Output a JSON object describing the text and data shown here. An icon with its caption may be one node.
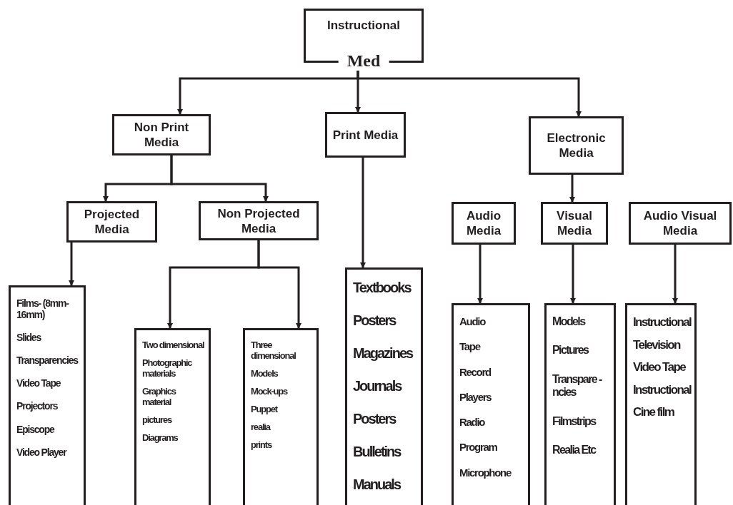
{
  "diagram": {
    "nodes": [
      {
        "text": [
          "Instructional",
          "Med"
        ]
      },
      {
        "text": [
          "Non Print Media"
        ]
      },
      {
        "text": [
          "Print Media"
        ]
      },
      {
        "text": [
          "Electronic Media"
        ]
      },
      {
        "text": [
          "Projected Media"
        ]
      },
      {
        "text": [
          "Non Projected Media"
        ]
      },
      {
        "text": [
          "Audio Media"
        ]
      },
      {
        "text": [
          "Visual Media"
        ]
      },
      {
        "text": [
          "Audio Visual Media"
        ]
      },
      {
        "text": [
          "Films- (8mm-16mm)",
          "Slides",
          "Transparencies",
          "Video Tape",
          "Projectors",
          "Episcope",
          "Video Player"
        ]
      },
      {
        "text": [
          "Two dimensional",
          "Photographic materials",
          "Graphics material",
          "pictures",
          "Diagrams"
        ]
      },
      {
        "text": [
          "Three dimensional",
          "Models",
          "Mock-ups",
          "Puppet",
          "realia",
          "prints"
        ]
      },
      {
        "text": [
          "Textbooks",
          "Posters",
          "Magazines",
          "Journals",
          "Posters",
          "Bulletins",
          "Manuals"
        ]
      },
      {
        "text": [
          "Audio",
          "Tape",
          "Record",
          "Players",
          "Radio",
          "Program",
          "Microphone"
        ]
      },
      {
        "text": [
          "Models",
          "Pictures",
          "Transpare -ncies",
          "Filmstrips",
          "Realia Etc"
        ]
      },
      {
        "text": [
          "Instructional",
          "Television",
          "Video Tape",
          "Instructional",
          "Cine film"
        ]
      }
    ],
    "edges": [
      {
        "from": 0,
        "to": 1,
        "arrow": "to"
      },
      {
        "from": 0,
        "to": 2,
        "arrow": "to"
      },
      {
        "from": 0,
        "to": 3,
        "arrow": "to"
      },
      {
        "from": 1,
        "to": 4,
        "arrow": "to"
      },
      {
        "from": 1,
        "to": 5,
        "arrow": "to"
      },
      {
        "from": 4,
        "to": 9,
        "arrow": "to"
      },
      {
        "from": 5,
        "to": 10,
        "arrow": "to"
      },
      {
        "from": 5,
        "to": 11,
        "arrow": "to"
      },
      {
        "from": 2,
        "to": 12,
        "arrow": "to"
      },
      {
        "from": 3,
        "to": 7,
        "arrow": "to"
      },
      {
        "from": 6,
        "to": 13,
        "arrow": "to"
      },
      {
        "from": 7,
        "to": 14,
        "arrow": "to"
      },
      {
        "from": 8,
        "to": 15,
        "arrow": "to"
      }
    ]
  }
}
